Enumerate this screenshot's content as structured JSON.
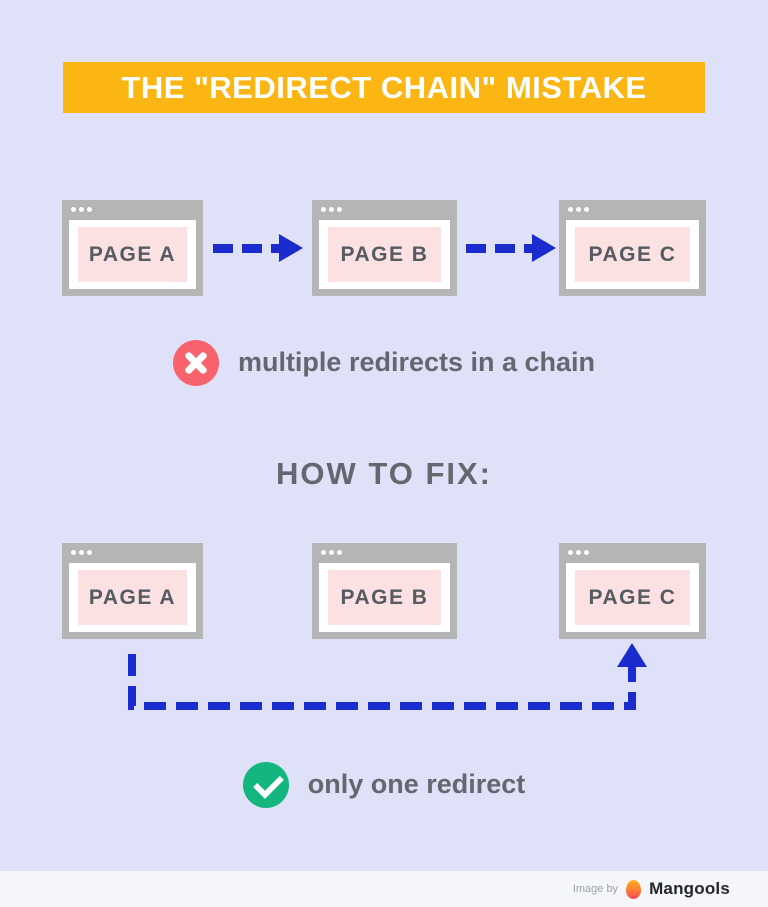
{
  "banner": {
    "label": "THE \"REDIRECT CHAIN\" MISTAKE",
    "bg": "#fbb614",
    "text_color": "#ffffff"
  },
  "diagram_before": {
    "pages": [
      {
        "label": "PAGE A"
      },
      {
        "label": "PAGE B"
      },
      {
        "label": "PAGE C"
      }
    ],
    "arrow_style": "dashed-right"
  },
  "mistake_caption": {
    "icon": "x-circle-icon",
    "icon_color": "#f8626c",
    "text": "multiple redirects in a chain"
  },
  "fix_heading": {
    "text": "HOW TO FIX:"
  },
  "diagram_after": {
    "pages": [
      {
        "label": "PAGE A"
      },
      {
        "label": "PAGE B"
      },
      {
        "label": "PAGE C"
      }
    ],
    "arrow_style": "dashed-bypass-up"
  },
  "fix_caption": {
    "icon": "check-circle-icon",
    "icon_color": "#12b67e",
    "text": "only one redirect"
  },
  "footer": {
    "credit": "Image by",
    "brand": "Mangools"
  },
  "colors": {
    "background": "#dfe1f8",
    "arrow_blue": "#1a2ccd",
    "window_frame": "#b5b5b5",
    "window_body": "#ffffff",
    "page_fill": "#fbe1e2",
    "page_text": "#565b61",
    "caption_text": "#63686f",
    "footer_bg": "#f5f6fa"
  }
}
